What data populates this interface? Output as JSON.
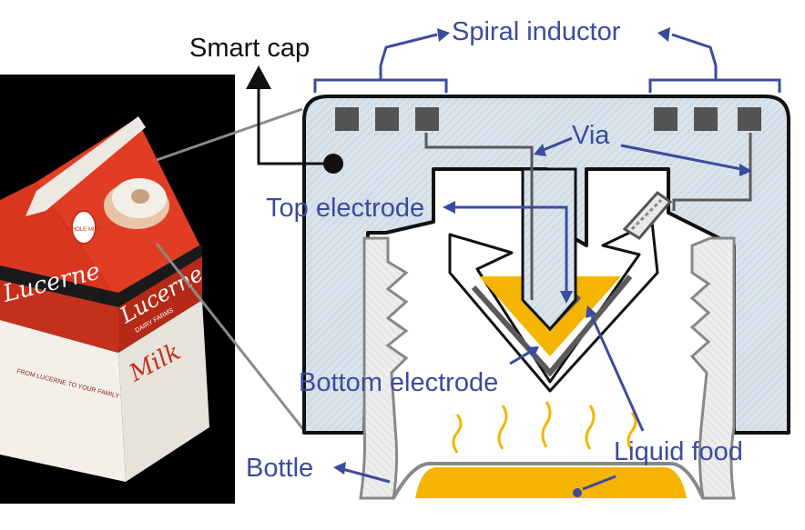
{
  "labels": {
    "smart_cap": "Smart cap",
    "spiral_inductor": "Spiral inductor",
    "via": "Via",
    "top_electrode": "Top electrode",
    "bottom_electrode": "Bottom electrode",
    "bottle": "Bottle",
    "liquid_food": "Liquid food"
  },
  "carton": {
    "brand": "Lucerne",
    "brand_sub": "DAIRY FARMS",
    "product": "Milk",
    "flap_text": "WHOLE MILK",
    "side_text": "FROM LUCERNE TO YOUR FAMILY"
  },
  "colors": {
    "label_blue": "#3b4b9e",
    "label_black": "#111111",
    "cap_fill": "#d6e1ea",
    "liquid": "#f4b400",
    "carton_red": "#d8361f",
    "pad_gray": "#545454",
    "leader_gray": "#7a7a7a"
  }
}
